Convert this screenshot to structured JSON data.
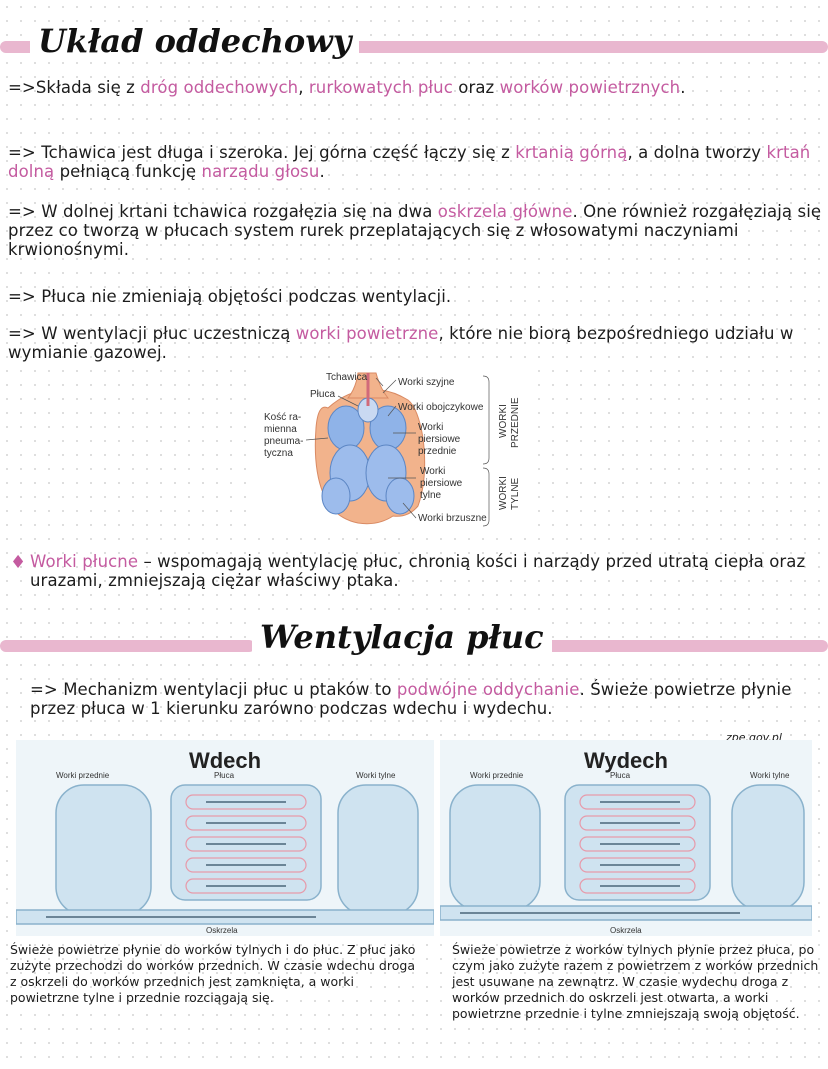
{
  "title1": "Układ oddechowy",
  "p1": {
    "a": "=>Składa się z ",
    "b": "dróg oddechowych",
    "c": ", ",
    "d": "rurkowatych płuc",
    "e": " oraz ",
    "f": "worków powietrznych",
    "g": "."
  },
  "p2": {
    "a": "=> Tchawica jest długa i szeroka. Jej górna część łączy się z ",
    "b": "krtanią górną",
    "c": ", a dolna tworzy ",
    "d": "krtań dolną",
    "e": " pełniącą funkcję ",
    "f": "narządu głosu",
    "g": "."
  },
  "p3": {
    "a": "=> W dolnej krtani tchawica rozgałęzia się na dwa ",
    "b": "oskrzela główne",
    "c": ". One również rozgałęziają się przez co tworzą w płucach system rurek przeplatających się z włosowatymi naczyniami krwionośnymi."
  },
  "p4": "=> Płuca nie zmieniają objętości podczas wentylacji.",
  "p5": {
    "a": "=> W wentylacji płuc uczestniczą ",
    "b": "worki powietrzne",
    "c": ", które nie biorą bezpośredniego udziału w wymianie gazowej."
  },
  "figure": {
    "tchawica": "Tchawica",
    "pluca": "Płuca",
    "kosc": [
      "Kość ra-",
      "mienna",
      "pneuma-",
      "tyczna"
    ],
    "szyjne": "Worki szyjne",
    "obojczykowe": "Worki obojczykowe",
    "piersiowe_przednie": [
      "Worki",
      "piersiowe",
      "przednie"
    ],
    "piersiowe_tylne": [
      "Worki",
      "piersiowe",
      "tylne"
    ],
    "brzuszne": "Worki brzuszne",
    "group_front": [
      "WORKI",
      "PRZEDNIE"
    ],
    "group_back": [
      "WORKI",
      "TYLNE"
    ]
  },
  "p6": {
    "a": "Worki płucne",
    "b": " – wspomagają wentylację płuc, chronią kości i narządy przed utratą ciepła oraz urazami, zmniejszają ciężar właściwy ptaka."
  },
  "title2": "Wentylacja płuc",
  "p7": {
    "a": "=> Mechanizm wentylacji płuc u ptaków to ",
    "b": "podwójne oddychanie",
    "c": ". Świeże powietrze płynie przez płuca w 1 kierunku zarówno podczas wdechu i wydechu."
  },
  "source": "zpe.gov.pl",
  "diagram_in": {
    "title": "Wdech",
    "front": "Worki przednie",
    "lungs": "Płuca",
    "back": "Worki tylne",
    "bronchi": "Oskrzela"
  },
  "diagram_out": {
    "title": "Wydech",
    "front": "Worki przednie",
    "lungs": "Płuca",
    "back": "Worki tylne",
    "bronchi": "Oskrzela"
  },
  "cap_in": "Świeże powietrze płynie do worków tylnych i do płuc. Z płuc jako zużyte przechodzi do worków przednich. W czasie wdechu droga z oskrzeli do worków przednich jest zamknięta, a worki powietrzne tylne i przednie rozciągają się.",
  "cap_out": "Świeże powietrze z worków tylnych płynie przez płuca, po czym jako zużyte razem z powietrzem z worków przednich jest usuwane na zewnątrz. W czasie wydechu droga z worków przednich do oskrzeli jest otwarta, a worki powietrzne przednie i tylne zmniejszają swoją objętość."
}
